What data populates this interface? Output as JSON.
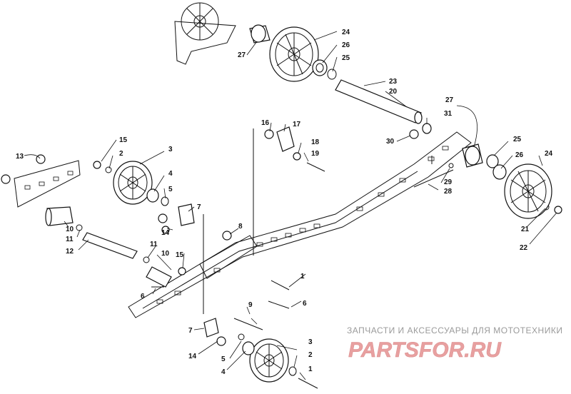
{
  "callouts": [
    {
      "id": "c1a",
      "text": "1"
    },
    {
      "id": "c1b",
      "text": "1"
    },
    {
      "id": "c2a",
      "text": "2"
    },
    {
      "id": "c2b",
      "text": "2"
    },
    {
      "id": "c3a",
      "text": "3"
    },
    {
      "id": "c3b",
      "text": "3"
    },
    {
      "id": "c4a",
      "text": "4"
    },
    {
      "id": "c4b",
      "text": "4"
    },
    {
      "id": "c5a",
      "text": "5"
    },
    {
      "id": "c5b",
      "text": "5"
    },
    {
      "id": "c6a",
      "text": "6"
    },
    {
      "id": "c6b",
      "text": "6"
    },
    {
      "id": "c7a",
      "text": "7"
    },
    {
      "id": "c7b",
      "text": "7"
    },
    {
      "id": "c8",
      "text": "8"
    },
    {
      "id": "c9",
      "text": "9"
    },
    {
      "id": "c10a",
      "text": "10"
    },
    {
      "id": "c10b",
      "text": "10"
    },
    {
      "id": "c11a",
      "text": "11"
    },
    {
      "id": "c11b",
      "text": "11"
    },
    {
      "id": "c12",
      "text": "12"
    },
    {
      "id": "c13",
      "text": "13"
    },
    {
      "id": "c14a",
      "text": "14"
    },
    {
      "id": "c14b",
      "text": "14"
    },
    {
      "id": "c15a",
      "text": "15"
    },
    {
      "id": "c15b",
      "text": "15"
    },
    {
      "id": "c16",
      "text": "16"
    },
    {
      "id": "c17",
      "text": "17"
    },
    {
      "id": "c18",
      "text": "18"
    },
    {
      "id": "c19",
      "text": "19"
    },
    {
      "id": "c20",
      "text": "20"
    },
    {
      "id": "c21",
      "text": "21"
    },
    {
      "id": "c22",
      "text": "22"
    },
    {
      "id": "c23",
      "text": "23"
    },
    {
      "id": "c24a",
      "text": "24"
    },
    {
      "id": "c24b",
      "text": "24"
    },
    {
      "id": "c25a",
      "text": "25"
    },
    {
      "id": "c25b",
      "text": "25"
    },
    {
      "id": "c26a",
      "text": "26"
    },
    {
      "id": "c26b",
      "text": "26"
    },
    {
      "id": "c27a",
      "text": "27"
    },
    {
      "id": "c27b",
      "text": "27"
    },
    {
      "id": "c28",
      "text": "28"
    },
    {
      "id": "c29",
      "text": "29"
    },
    {
      "id": "c30",
      "text": "30"
    },
    {
      "id": "c31",
      "text": "31"
    }
  ],
  "watermark": {
    "tagline": "ЗАПЧАСТИ И АКСЕССУАРЫ ДЛЯ МОТОТЕХНИКИ",
    "brand": "PARTSFOR.RU",
    "brand_color": "#e8a0a0"
  }
}
